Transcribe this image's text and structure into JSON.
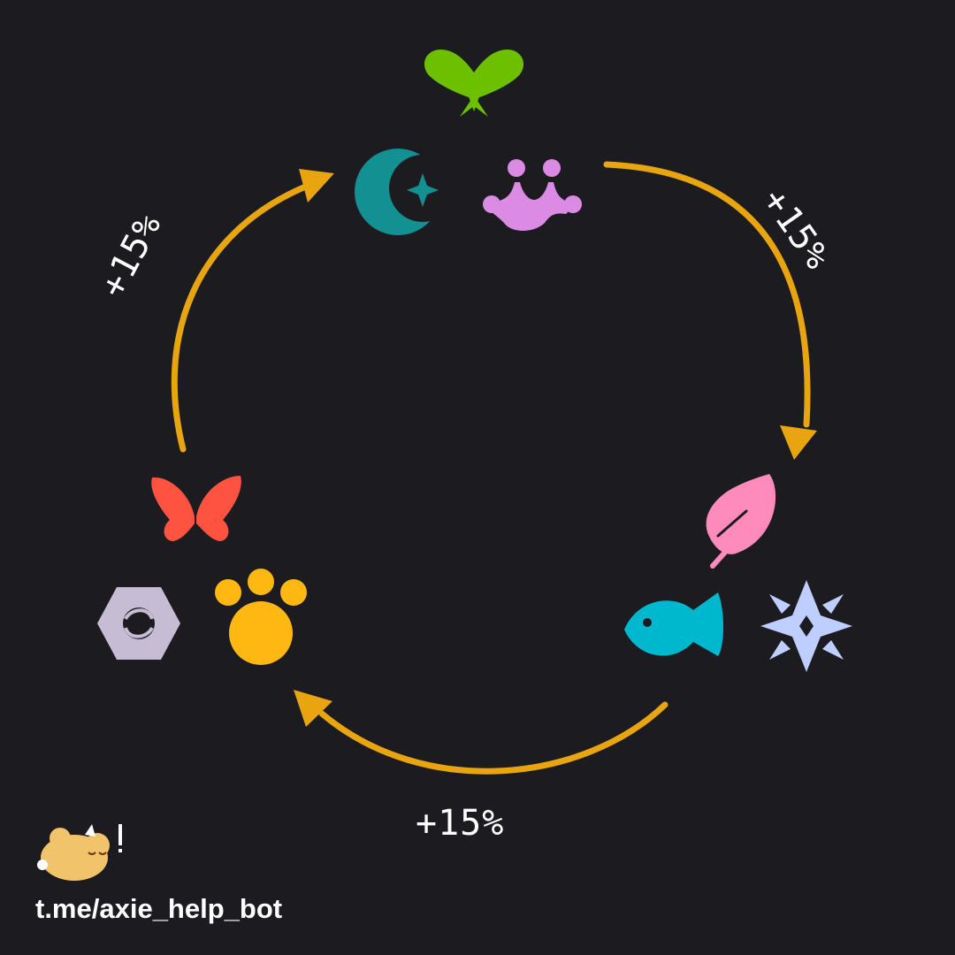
{
  "diagram": {
    "cycle_bonus_top_right": "+15%",
    "cycle_bonus_bottom": "+15%",
    "cycle_bonus_left": "+15%",
    "groups": [
      {
        "classes": [
          "plant-icon",
          "dusk-icon",
          "reptile-icon"
        ]
      },
      {
        "classes": [
          "bird-icon",
          "aquatic-icon",
          "dawn-icon"
        ]
      },
      {
        "classes": [
          "bug-icon",
          "mech-icon",
          "beast-icon"
        ]
      }
    ],
    "colors": {
      "arrow": "#e8a510",
      "plant": "#6cc000",
      "dusk": "#129092",
      "reptile": "#dc8be4",
      "bird": "#ff8bbd",
      "aquatic": "#00b8ce",
      "dawn": "#beceff",
      "bug": "#ff5341",
      "mech": "#c6bdd4",
      "beast": "#ffb812"
    }
  },
  "footer": {
    "mascot_exclaim": "!",
    "watermark": "t.me/axie_help_bot"
  }
}
